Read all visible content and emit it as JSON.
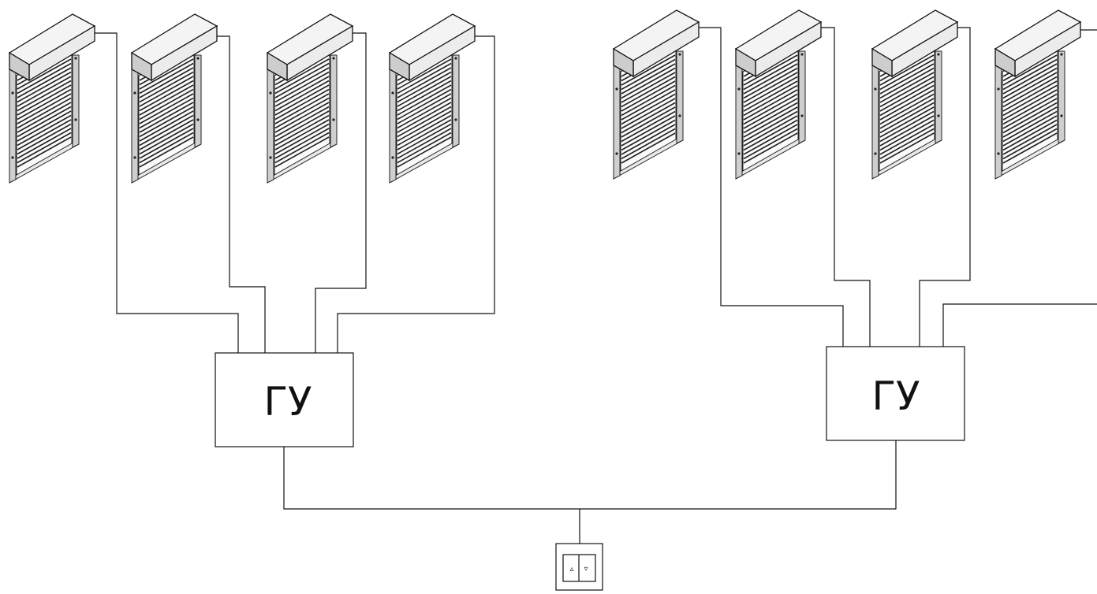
{
  "diagram": {
    "units": [
      {
        "id": "left",
        "label": "ГУ",
        "shutter_count": 4
      },
      {
        "id": "right",
        "label": "ГУ",
        "shutter_count": 4
      }
    ],
    "switch": {
      "up_symbol": "▵",
      "down_symbol": "▿"
    },
    "colors": {
      "line": "#111111",
      "background": "#ffffff",
      "shutter_box": "#eeeeee"
    }
  }
}
